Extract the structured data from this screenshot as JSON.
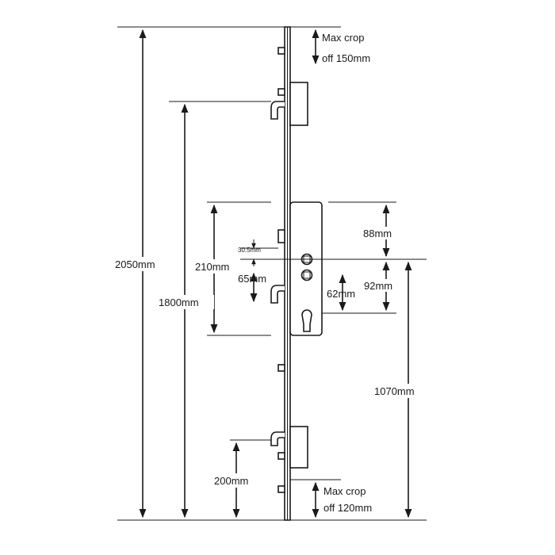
{
  "labels": {
    "max_crop_top_line1": "Max crop",
    "max_crop_top_line2": "off 150mm",
    "max_crop_bottom_line1": "Max crop",
    "max_crop_bottom_line2": "off 120mm",
    "overall_length": "2050mm",
    "hook_span": "1800mm",
    "hook_to_foot": "200mm",
    "deadbolt_span": "210mm",
    "small_offset": "30.5mm",
    "deadbolt_to_hook": "65mm",
    "top_to_spindle": "88mm",
    "spindle_to_cylinder": "92mm",
    "cylinder_offset": "62mm",
    "spindle_to_bottom": "1070mm"
  }
}
